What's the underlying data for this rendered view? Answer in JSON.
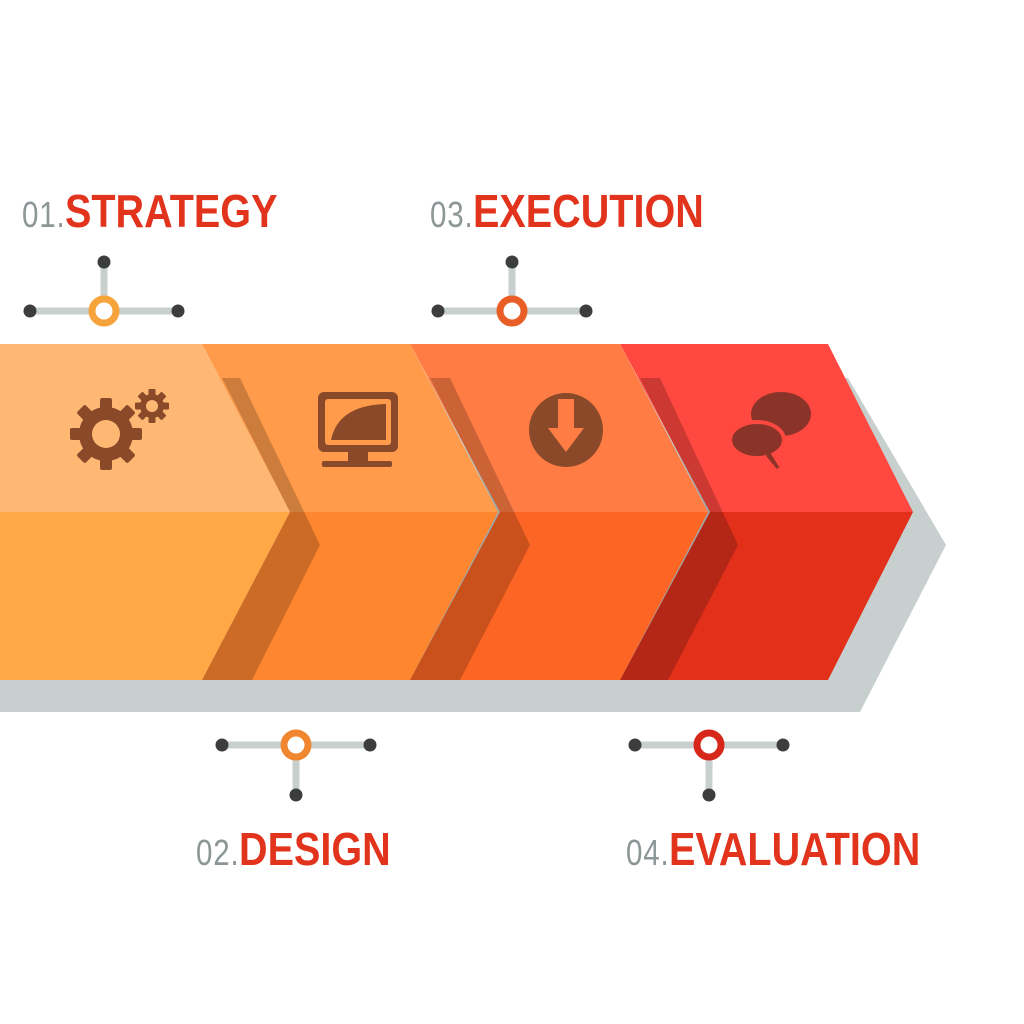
{
  "colors": {
    "number": "#8c9696",
    "title": "#e2341d",
    "shadow": "#c7d0cf",
    "connector": "#c7d0cf",
    "dot": "#3d3d3d",
    "icon": "#8a4a2a"
  },
  "steps": [
    {
      "number": "01.",
      "title": "STRATEGY",
      "icon": "gears-icon",
      "top_color": "#ffb873",
      "bottom_color": "#ffa845",
      "ring_color": "#f7a33c"
    },
    {
      "number": "02.",
      "title": "DESIGN",
      "icon": "monitor-icon",
      "top_color": "#ff9b4a",
      "bottom_color": "#fe862f",
      "ring_color": "#f18630"
    },
    {
      "number": "03.",
      "title": "EXECUTION",
      "icon": "download-arrow-icon",
      "top_color": "#ff7c45",
      "bottom_color": "#fd6524",
      "ring_color": "#e85e26"
    },
    {
      "number": "04.",
      "title": "EVALUATION",
      "icon": "speech-bubbles-icon",
      "top_color": "#ff483f",
      "bottom_color": "#e2301b",
      "ring_color": "#d7271a"
    }
  ]
}
